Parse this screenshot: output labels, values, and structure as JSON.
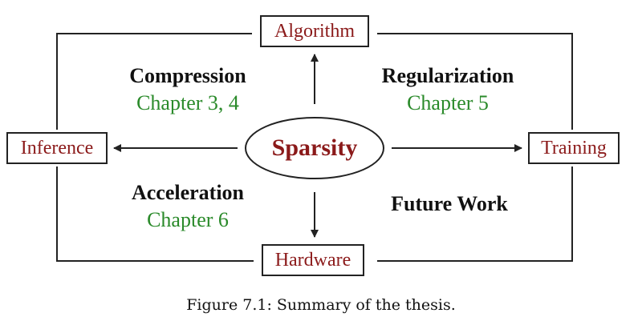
{
  "diagram": {
    "center": {
      "label": "Sparsity"
    },
    "nodes": {
      "top": "Algorithm",
      "bottom": "Hardware",
      "left": "Inference",
      "right": "Training"
    },
    "quadrants": {
      "top_left": {
        "title": "Compression",
        "subtitle": "Chapter 3, 4"
      },
      "top_right": {
        "title": "Regularization",
        "subtitle": "Chapter 5"
      },
      "bottom_left": {
        "title": "Acceleration",
        "subtitle": "Chapter 6"
      },
      "bottom_right": {
        "title": "Future Work"
      }
    },
    "colors": {
      "node_text": "#8b1a1a",
      "chapter_text": "#2a8a2a",
      "lines": "#222222"
    }
  },
  "caption": "Figure 7.1: Summary of the thesis."
}
